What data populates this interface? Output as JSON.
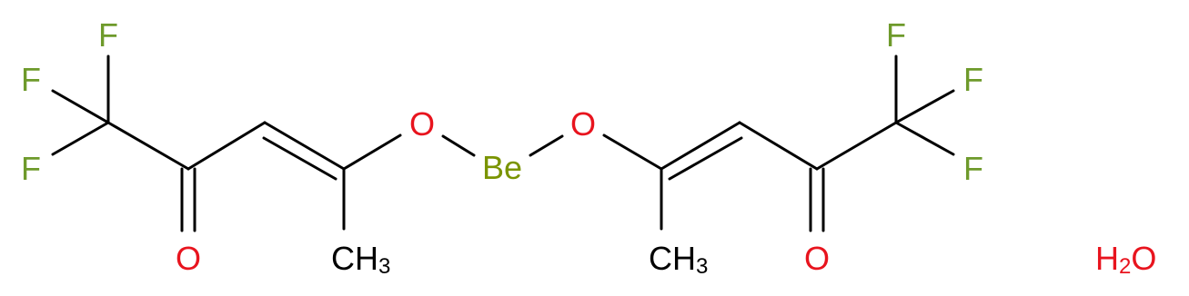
{
  "molecule": {
    "atoms": {
      "f1": "F",
      "f2": "F",
      "f3": "F",
      "o_keto_left": "O",
      "o_ether_left": "O",
      "ch3_left_main": "CH",
      "ch3_left_sub": "3",
      "be": "Be",
      "o_ether_right": "O",
      "ch3_right_main": "CH",
      "ch3_right_sub": "3",
      "o_keto_right": "O",
      "f4": "F",
      "f5": "F",
      "f6": "F"
    },
    "water": {
      "h": "H",
      "sub": "2",
      "o": "O"
    }
  },
  "colors": {
    "bond": "#000000",
    "carbon_text": "#000000",
    "fluorine": "#6e9a2b",
    "oxygen": "#e8141e",
    "beryllium": "#7a9400"
  }
}
